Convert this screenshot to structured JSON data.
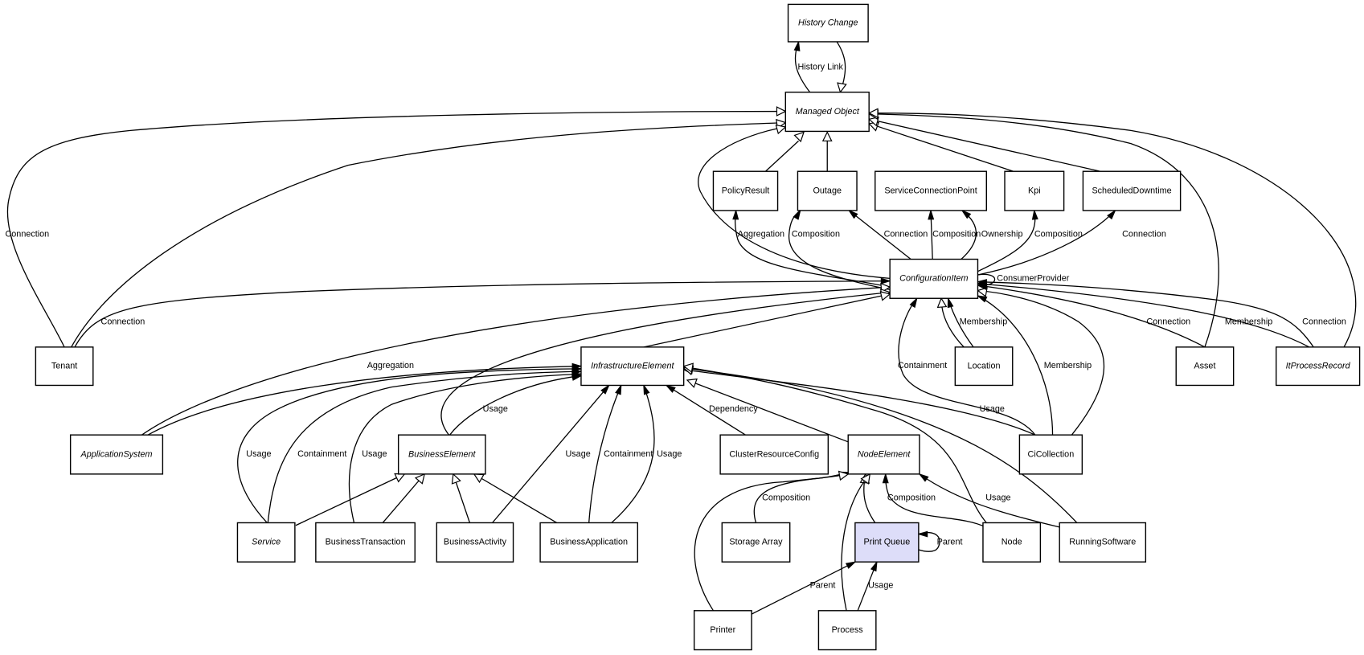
{
  "diagram": {
    "title": "Print Queue class relationships",
    "highlight_color": "#ddddf9",
    "nodes": [
      {
        "id": "HistoryChange",
        "label": "History Change",
        "abstract": true
      },
      {
        "id": "ManagedObject",
        "label": "Managed Object",
        "abstract": true
      },
      {
        "id": "PolicyResult",
        "label": "PolicyResult",
        "abstract": false
      },
      {
        "id": "Outage",
        "label": "Outage",
        "abstract": false
      },
      {
        "id": "ServiceConnectionPoint",
        "label": "ServiceConnectionPoint",
        "abstract": false
      },
      {
        "id": "Kpi",
        "label": "Kpi",
        "abstract": false
      },
      {
        "id": "ScheduledDowntime",
        "label": "ScheduledDowntime",
        "abstract": false
      },
      {
        "id": "ConfigurationItem",
        "label": "ConfigurationItem",
        "abstract": true
      },
      {
        "id": "Tenant",
        "label": "Tenant",
        "abstract": false
      },
      {
        "id": "InfrastructureElement",
        "label": "InfrastructureElement",
        "abstract": true
      },
      {
        "id": "Location",
        "label": "Location",
        "abstract": false
      },
      {
        "id": "Asset",
        "label": "Asset",
        "abstract": false
      },
      {
        "id": "ItProcessRecord",
        "label": "ItProcessRecord",
        "abstract": true
      },
      {
        "id": "ApplicationSystem",
        "label": "ApplicationSystem",
        "abstract": true
      },
      {
        "id": "BusinessElement",
        "label": "BusinessElement",
        "abstract": true
      },
      {
        "id": "ClusterResourceConfig",
        "label": "ClusterResourceConfig",
        "abstract": false
      },
      {
        "id": "NodeElement",
        "label": "NodeElement",
        "abstract": true
      },
      {
        "id": "CiCollection",
        "label": "CiCollection",
        "abstract": false
      },
      {
        "id": "Service",
        "label": "Service",
        "abstract": true
      },
      {
        "id": "BusinessTransaction",
        "label": "BusinessTransaction",
        "abstract": false
      },
      {
        "id": "BusinessActivity",
        "label": "BusinessActivity",
        "abstract": false
      },
      {
        "id": "BusinessApplication",
        "label": "BusinessApplication",
        "abstract": false
      },
      {
        "id": "StorageArray",
        "label": "Storage Array",
        "abstract": false
      },
      {
        "id": "PrintQueue",
        "label": "Print Queue",
        "abstract": false,
        "highlighted": true
      },
      {
        "id": "Node",
        "label": "Node",
        "abstract": false
      },
      {
        "id": "RunningSoftware",
        "label": "RunningSoftware",
        "abstract": false
      },
      {
        "id": "Printer",
        "label": "Printer",
        "abstract": false
      },
      {
        "id": "Process",
        "label": "Process",
        "abstract": false
      }
    ],
    "edges": [
      {
        "from": "ManagedObject",
        "to": "HistoryChange",
        "type": "association",
        "label": "History Link"
      },
      {
        "from": "HistoryChange",
        "to": "ManagedObject",
        "type": "inheritance",
        "label": ""
      },
      {
        "from": "Tenant",
        "to": "ManagedObject",
        "type": "inheritance",
        "label": "Connection"
      },
      {
        "from": "Tenant",
        "to": "ManagedObject",
        "type": "inheritance",
        "label": ""
      },
      {
        "from": "ConfigurationItem",
        "to": "ManagedObject",
        "type": "inheritance",
        "label": ""
      },
      {
        "from": "PolicyResult",
        "to": "ManagedObject",
        "type": "inheritance",
        "label": ""
      },
      {
        "from": "Outage",
        "to": "ManagedObject",
        "type": "inheritance",
        "label": ""
      },
      {
        "from": "Kpi",
        "to": "ManagedObject",
        "type": "inheritance",
        "label": ""
      },
      {
        "from": "ScheduledDowntime",
        "to": "ManagedObject",
        "type": "inheritance",
        "label": ""
      },
      {
        "from": "Asset",
        "to": "ManagedObject",
        "type": "inheritance",
        "label": ""
      },
      {
        "from": "ItProcessRecord",
        "to": "ManagedObject",
        "type": "inheritance",
        "label": ""
      },
      {
        "from": "ConfigurationItem",
        "to": "PolicyResult",
        "type": "association",
        "label": "Aggregation"
      },
      {
        "from": "ConfigurationItem",
        "to": "Outage",
        "type": "association",
        "label": "Composition"
      },
      {
        "from": "ConfigurationItem",
        "to": "Outage",
        "type": "association",
        "label": "Connection"
      },
      {
        "from": "ConfigurationItem",
        "to": "ServiceConnectionPoint",
        "type": "association",
        "label": "Composition"
      },
      {
        "from": "ConfigurationItem",
        "to": "ServiceConnectionPoint",
        "type": "association",
        "label": "Ownership"
      },
      {
        "from": "ConfigurationItem",
        "to": "Kpi",
        "type": "association",
        "label": "Composition"
      },
      {
        "from": "ConfigurationItem",
        "to": "ScheduledDowntime",
        "type": "association",
        "label": "Connection"
      },
      {
        "from": "ConfigurationItem",
        "to": "ConfigurationItem",
        "type": "association",
        "label": "ConsumerProvider"
      },
      {
        "from": "Tenant",
        "to": "ConfigurationItem",
        "type": "association",
        "label": "Connection"
      },
      {
        "from": "ApplicationSystem",
        "to": "ConfigurationItem",
        "type": "inheritance",
        "label": ""
      },
      {
        "from": "BusinessElement",
        "to": "ConfigurationItem",
        "type": "inheritance",
        "label": ""
      },
      {
        "from": "InfrastructureElement",
        "to": "ConfigurationItem",
        "type": "inheritance",
        "label": ""
      },
      {
        "from": "Location",
        "to": "ConfigurationItem",
        "type": "inheritance",
        "label": ""
      },
      {
        "from": "Location",
        "to": "ConfigurationItem",
        "type": "association",
        "label": "Membership"
      },
      {
        "from": "CiCollection",
        "to": "ConfigurationItem",
        "type": "association",
        "label": "Containment"
      },
      {
        "from": "CiCollection",
        "to": "ConfigurationItem",
        "type": "association",
        "label": "Membership"
      },
      {
        "from": "CiCollection",
        "to": "ConfigurationItem",
        "type": "inheritance",
        "label": ""
      },
      {
        "from": "Asset",
        "to": "ConfigurationItem",
        "type": "association",
        "label": "Connection"
      },
      {
        "from": "ItProcessRecord",
        "to": "ConfigurationItem",
        "type": "association",
        "label": "Membership"
      },
      {
        "from": "ItProcessRecord",
        "to": "ConfigurationItem",
        "type": "association",
        "label": "Connection"
      },
      {
        "from": "ApplicationSystem",
        "to": "InfrastructureElement",
        "type": "association",
        "label": "Aggregation"
      },
      {
        "from": "Service",
        "to": "InfrastructureElement",
        "type": "association",
        "label": "Usage"
      },
      {
        "from": "Service",
        "to": "InfrastructureElement",
        "type": "association",
        "label": "Containment"
      },
      {
        "from": "BusinessTransaction",
        "to": "InfrastructureElement",
        "type": "association",
        "label": "Usage"
      },
      {
        "from": "BusinessElement",
        "to": "InfrastructureElement",
        "type": "association",
        "label": "Usage"
      },
      {
        "from": "BusinessActivity",
        "to": "InfrastructureElement",
        "type": "association",
        "label": "Usage"
      },
      {
        "from": "BusinessApplication",
        "to": "InfrastructureElement",
        "type": "association",
        "label": "Containment"
      },
      {
        "from": "BusinessApplication",
        "to": "InfrastructureElement",
        "type": "association",
        "label": "Usage"
      },
      {
        "from": "ClusterResourceConfig",
        "to": "InfrastructureElement",
        "type": "association",
        "label": "Dependency"
      },
      {
        "from": "NodeElement",
        "to": "InfrastructureElement",
        "type": "inheritance",
        "label": ""
      },
      {
        "from": "CiCollection",
        "to": "InfrastructureElement",
        "type": "association",
        "label": "Usage"
      },
      {
        "from": "Node",
        "to": "InfrastructureElement",
        "type": "inheritance",
        "label": ""
      },
      {
        "from": "RunningSoftware",
        "to": "InfrastructureElement",
        "type": "inheritance",
        "label": ""
      },
      {
        "from": "Service",
        "to": "BusinessElement",
        "type": "inheritance",
        "label": ""
      },
      {
        "from": "BusinessTransaction",
        "to": "BusinessElement",
        "type": "inheritance",
        "label": ""
      },
      {
        "from": "BusinessActivity",
        "to": "BusinessElement",
        "type": "inheritance",
        "label": ""
      },
      {
        "from": "BusinessApplication",
        "to": "BusinessElement",
        "type": "inheritance",
        "label": ""
      },
      {
        "from": "StorageArray",
        "to": "NodeElement",
        "type": "association",
        "label": "Composition"
      },
      {
        "from": "Printer",
        "to": "NodeElement",
        "type": "inheritance",
        "label": ""
      },
      {
        "from": "PrintQueue",
        "to": "NodeElement",
        "type": "inheritance",
        "label": ""
      },
      {
        "from": "Process",
        "to": "NodeElement",
        "type": "inheritance",
        "label": ""
      },
      {
        "from": "Node",
        "to": "NodeElement",
        "type": "association",
        "label": "Composition"
      },
      {
        "from": "RunningSoftware",
        "to": "NodeElement",
        "type": "association",
        "label": "Usage"
      },
      {
        "from": "PrintQueue",
        "to": "PrintQueue",
        "type": "association",
        "label": "Parent"
      },
      {
        "from": "Printer",
        "to": "PrintQueue",
        "type": "association",
        "label": "Parent"
      },
      {
        "from": "Process",
        "to": "PrintQueue",
        "type": "association",
        "label": "Usage"
      }
    ]
  }
}
